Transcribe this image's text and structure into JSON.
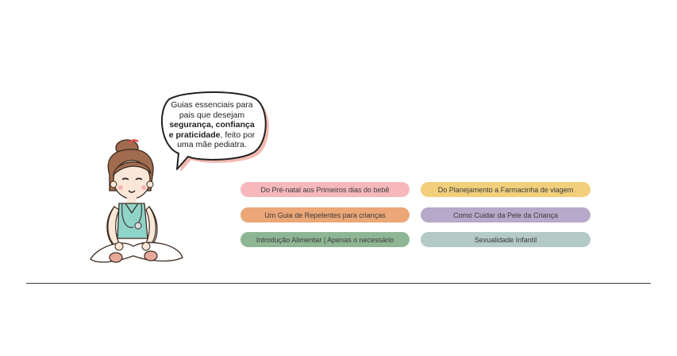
{
  "speech_bubble": {
    "line1": "Guias essenciais para",
    "line2": "pais que desejam",
    "bold_text": "segurança, confiança e praticidade",
    "rest_text": ", feito por uma mãe pediatra."
  },
  "guides": [
    {
      "label": "Do Pré-natal aos Primeiros dias do bebê",
      "color": "#f6b8bd"
    },
    {
      "label": "Do Planejamento a Farmacinha de viagem",
      "color": "#f1cf7b"
    },
    {
      "label": "Um Guia de Repelentes para crianças",
      "color": "#eba777"
    },
    {
      "label": "Como Cuidar da Pele da Criança",
      "color": "#b7a9c9"
    },
    {
      "label": "Introdução Alimentar | Apenas o necessário",
      "color": "#8fb694"
    },
    {
      "label": "Sexualidade Infantil",
      "color": "#b4cac6"
    }
  ],
  "colors": {
    "divider": "#3c3c3c",
    "bubble_shadow": "#f2b9b0",
    "scrub_top": "#8fd4c8",
    "hair": "#a06b4e"
  },
  "icons": {
    "character": "pediatrician-illustration",
    "bubble": "speech-bubble"
  }
}
